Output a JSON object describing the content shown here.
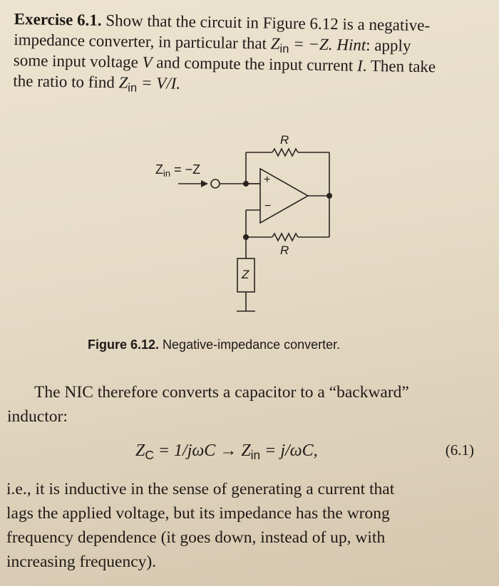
{
  "exercise": {
    "lead": "Exercise 6.1.",
    "lines": [
      " Show that the circuit in Figure 6.12 is a negative-",
      "impedance converter, in particular that ",
      "some input voltage ",
      "the ratio to find "
    ],
    "line2_eq": "Z",
    "line2_sub": "in",
    "line2_rest": " = −Z. ",
    "line2_hint": "Hint",
    "line2_tail": ": apply",
    "line3_var": "V",
    "line3_mid": " and compute the input current ",
    "line3_var2": "I",
    "line3_tail": ". Then take",
    "line4_eq": "Z",
    "line4_sub": "in",
    "line4_tail": " = V/I."
  },
  "figure": {
    "zin_label": "Z",
    "zin_sub": "in",
    "zin_rest": " = −Z",
    "r_top": "R",
    "r_bottom": "R",
    "z_box": "Z",
    "plus": "+",
    "minus": "−",
    "caption_num": "Figure 6.12.",
    "caption_text": " Negative-impedance converter."
  },
  "paragraph": {
    "line1": "The NIC therefore converts a capacitor to a “backward”",
    "line2": "inductor:"
  },
  "equation": {
    "lhs": "Z",
    "lhs_sub": "C",
    "mid": " = 1/jωC → ",
    "rhs": "Z",
    "rhs_sub": "in",
    "tail": " = j/ωC,",
    "number": "(6.1)"
  },
  "body": {
    "lines": [
      "i.e., it is inductive in the sense of generating a current that",
      "lags the applied voltage, but its impedance has the wrong",
      "frequency dependence (it goes down, instead of up, with",
      "increasing frequency)."
    ]
  }
}
